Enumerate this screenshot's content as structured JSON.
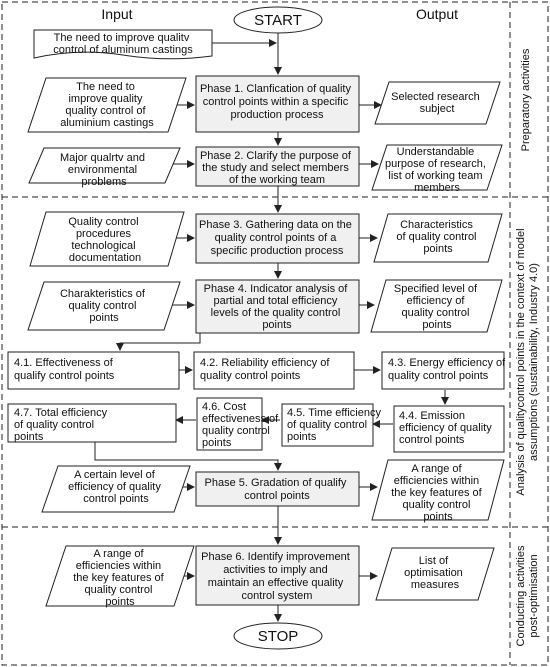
{
  "headers": {
    "input": "Input",
    "output": "Output"
  },
  "terminals": {
    "start": "START",
    "stop": "STOP"
  },
  "sections": [
    "Preparatory activities",
    "Analysis of qualitycontrol points in the context of model assumptions (sustainability, Industry 4.0)",
    "Conducting activities post-optimisation"
  ],
  "top_input": [
    "The need to improve qualitv",
    "control of aluminum castings"
  ],
  "rows": [
    {
      "input": [
        "The need to",
        "improve quality",
        "quality control of",
        "aluminium castings"
      ],
      "phase": [
        "Phase 1. Clanfication of quality",
        "control points within a specific",
        "production process"
      ],
      "output": [
        "Selected research",
        "subject"
      ]
    },
    {
      "input": [
        "Major qualrtv and",
        "environmental",
        "problems"
      ],
      "phase": [
        "Phase 2. Clarify the purpose of",
        "the study and select members",
        "of the working team"
      ],
      "output": [
        "Understandable",
        "purpose of research,",
        "list of working team",
        "members"
      ]
    },
    {
      "input": [
        "Quality control",
        "procedures",
        "technological",
        "documentation"
      ],
      "phase": [
        "Phase 3. Gathering data on the",
        "quality control points of a",
        "specific production process"
      ],
      "output": [
        "Characteristics",
        "of quality control",
        "points"
      ]
    },
    {
      "input": [
        "Charakteristics of",
        "quality control",
        "points"
      ],
      "phase": [
        "Phase 4. Indicator analysis of",
        "partial and total efficiency",
        "levels of the quality control",
        "points"
      ],
      "output": [
        "Specified level of",
        "efficiency of",
        "quality control",
        "points"
      ]
    }
  ],
  "efficiency_steps": [
    [
      "4.1. Effectiveness of",
      "qualify control points"
    ],
    [
      "4.2. Reliability efficiency of",
      "quality control points"
    ],
    [
      "4.3. Energy efficiency of",
      "quality control points"
    ],
    [
      "4.4. Emission",
      "efficiency of quality",
      "control points"
    ],
    [
      "4.5. Time efficiency",
      "of quality control",
      "points"
    ],
    [
      "4.6. Cost",
      "effectiveness of",
      "quality control",
      "points"
    ],
    [
      "4.7. Total efficiency",
      "of quality control",
      "points"
    ]
  ],
  "phase5": {
    "input": [
      "A certain level of",
      "efficiency of quality",
      "control points"
    ],
    "phase": [
      "Phase 5. Gradation of qualify",
      "control points"
    ],
    "output": [
      "A range of",
      "efficiencies within",
      "the key features of",
      "quality control",
      "points"
    ]
  },
  "phase6": {
    "input": [
      "A range of",
      "efficiencies within",
      "the key features of",
      "quality control",
      "points"
    ],
    "phase": [
      "Phase 6. Identify improvement",
      "activities to imply and",
      "maintain an effective quality",
      "control system"
    ],
    "output": [
      "List of",
      "optimisation",
      "measures"
    ]
  }
}
